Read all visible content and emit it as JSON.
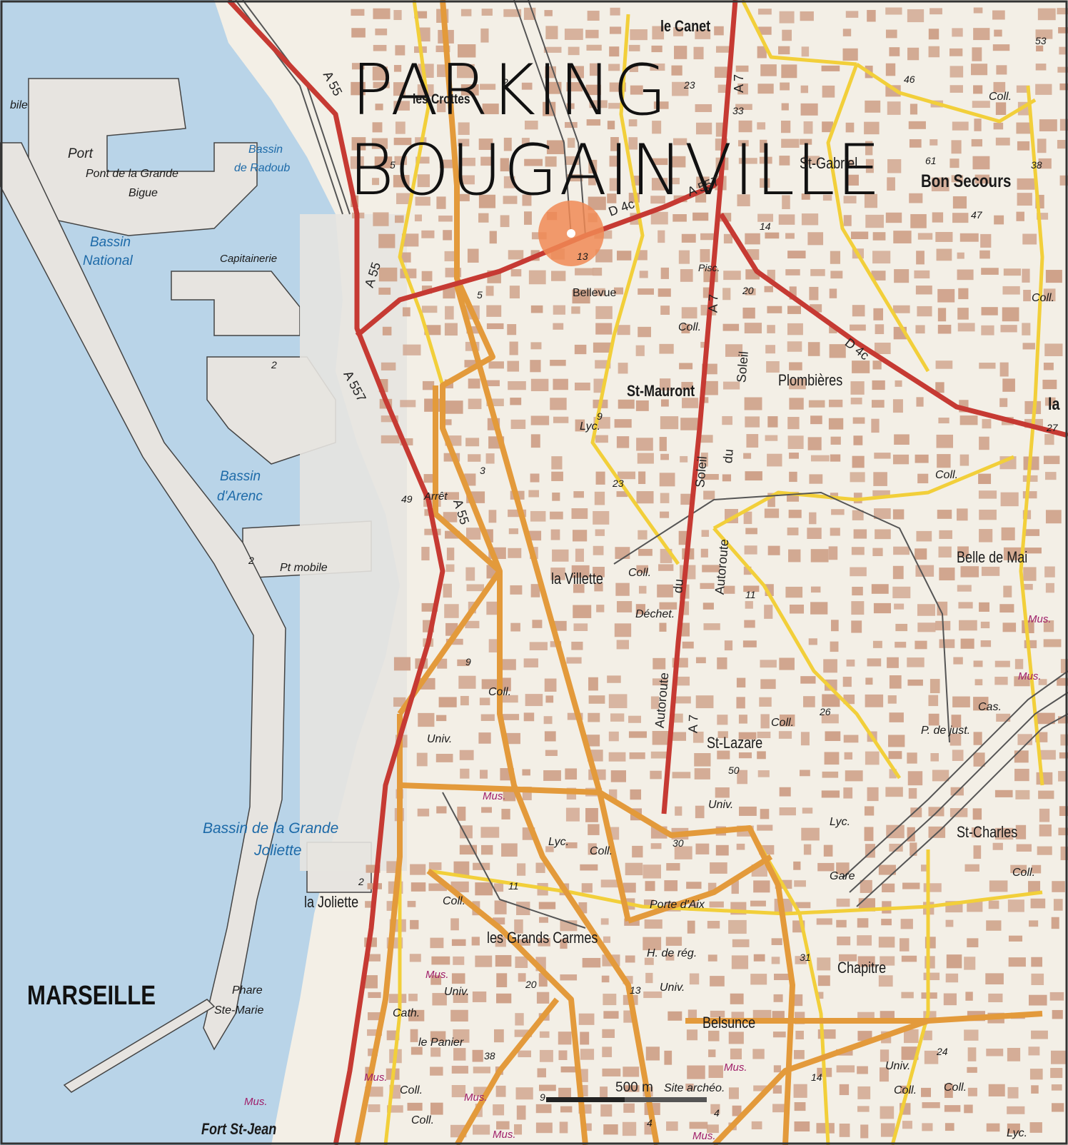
{
  "title": {
    "line1": "PARKING",
    "line2": "BOUGAINVILLE"
  },
  "colors": {
    "sea": "#b9d4e8",
    "land": "#f3efe6",
    "block": "#cfa28a",
    "port_area": "#e7e4e0",
    "motorway": "#c63a33",
    "main_road": "#e39a3b",
    "secondary_road": "#f2cf3a",
    "railway": "#555555",
    "parking_marker": "#f08a55"
  },
  "map": {
    "city_label": "MARSEILLE",
    "districts": {
      "le_canet": "le Canet",
      "les_crottes": "les Crottes",
      "st_gabriel": "St-Gabriel",
      "bon_secours": "Bon Secours",
      "st_mauront": "St-Mauront",
      "plombieres": "Plombières",
      "la_villette": "la Villette",
      "belle_de_mai": "Belle de Mai",
      "st_lazare": "St-Lazare",
      "st_charles": "St-Charles",
      "la_joliette": "la Joliette",
      "les_grands_carmes": "les Grands Carmes",
      "chapitre": "Chapitre",
      "belsunce": "Belsunce",
      "fort_st_jean": "Fort St-Jean",
      "la_edge": "la"
    },
    "water_labels": {
      "port": "Port",
      "bassin_radoub_1": "Bassin",
      "bassin_radoub_2": "de Radoub",
      "bassin_national_1": "Bassin",
      "bassin_national_2": "National",
      "bassin_arenc_1": "Bassin",
      "bassin_arenc_2": "d'Arenc",
      "grande_joliette_1": "Bassin de la Grande",
      "grande_joliette_2": "Joliette"
    },
    "places": {
      "pont_grande_bigue_1": "Pont de la Grande",
      "pont_grande_bigue_2": "Bigue",
      "capitainerie": "Capitainerie",
      "bellevue": "Bellevue",
      "pisc": "Pisc.",
      "pt_mobile": "Pt mobile",
      "arret": "Arrêt",
      "dechet": "Déchet.",
      "porte_daix": "Porte d'Aix",
      "h_de_reg": "H. de rég.",
      "le_panier": "le Panier",
      "cath": "Cath.",
      "phare_1": "Phare",
      "phare_2": "Ste-Marie",
      "site_archeo": "Site archéo.",
      "gare": "Gare",
      "p_de_just": "P. de just.",
      "cas": "Cas.",
      "bile": "bile"
    },
    "roads": {
      "a55_top": "A 55",
      "a55_mid": "A 55",
      "a55_low": "A 55",
      "a557_left": "A 557",
      "a557_top": "A 557",
      "a7_top": "A 7",
      "a7_mid": "A 7",
      "a7_low": "A 7",
      "d4c_top": "D 4c",
      "d4c_right": "D 4c",
      "autoroute_du_soleil_1a": "Soleil",
      "autoroute_du_soleil_1b": "du",
      "autoroute_du_soleil_2a": "Autoroute",
      "autoroute_du_soleil_2b": "du",
      "autoroute_du_soleil_3a": "Soleil",
      "autoroute_du_soleil_3b": "du",
      "autoroute_du_soleil_4": "Autoroute"
    },
    "abbrev": {
      "coll": "Coll.",
      "lyc": "Lyc.",
      "univ": "Univ.",
      "mus": "Mus."
    },
    "numbers": [
      "2",
      "5",
      "23",
      "33",
      "46",
      "53",
      "61",
      "38",
      "47",
      "14",
      "13",
      "20",
      "5",
      "9",
      "23",
      "3",
      "49",
      "27",
      "2",
      "2",
      "9",
      "11",
      "26",
      "50",
      "30",
      "11",
      "20",
      "13",
      "31",
      "24",
      "38",
      "14",
      "9",
      "4",
      "4",
      "2"
    ],
    "scale_bar": {
      "label": "500 m"
    }
  }
}
